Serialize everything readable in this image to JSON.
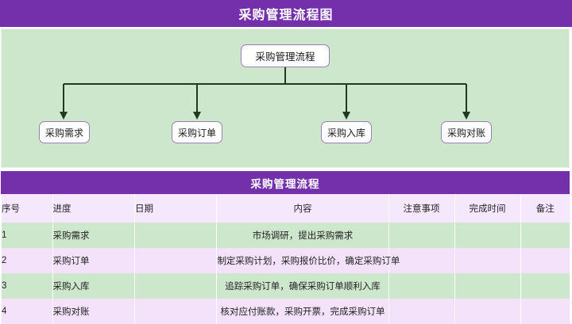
{
  "header": {
    "title": "采购管理流程图"
  },
  "flow": {
    "root": {
      "label": "采购管理流程"
    },
    "leaves": [
      {
        "label": "采购需求"
      },
      {
        "label": "采购订单"
      },
      {
        "label": "采购入库"
      },
      {
        "label": "采购对账"
      }
    ]
  },
  "table": {
    "band_title": "采购管理流程",
    "columns": [
      {
        "key": "no",
        "label": "序号"
      },
      {
        "key": "prog",
        "label": "进度"
      },
      {
        "key": "date",
        "label": "日期"
      },
      {
        "key": "content",
        "label": "内容"
      },
      {
        "key": "note",
        "label": "注意事项"
      },
      {
        "key": "finish",
        "label": "完成时间"
      },
      {
        "key": "remark",
        "label": "备注"
      }
    ],
    "rows": [
      {
        "no": "1",
        "prog": "采购需求",
        "date": "",
        "content": "市场调研，提出采购需求",
        "note": "",
        "finish": "",
        "remark": ""
      },
      {
        "no": "2",
        "prog": "采购订单",
        "date": "",
        "content": "制定采购计划，采购报价比价，确定采购订单",
        "note": "",
        "finish": "",
        "remark": ""
      },
      {
        "no": "3",
        "prog": "采购入库",
        "date": "",
        "content": "追踪采购订单，确保采购订单顺利入库",
        "note": "",
        "finish": "",
        "remark": ""
      },
      {
        "no": "4",
        "prog": "采购对账",
        "date": "",
        "content": "核对应付账款，采购开票，完成采购订单",
        "note": "",
        "finish": "",
        "remark": ""
      }
    ]
  },
  "colors": {
    "purple": "#7430AB",
    "green": "#CDE7CD",
    "lavender": "#F4E2FB",
    "header_lavender": "#F6E8FC",
    "node_border": "#9A7FAE",
    "connector": "#1E3B22"
  }
}
